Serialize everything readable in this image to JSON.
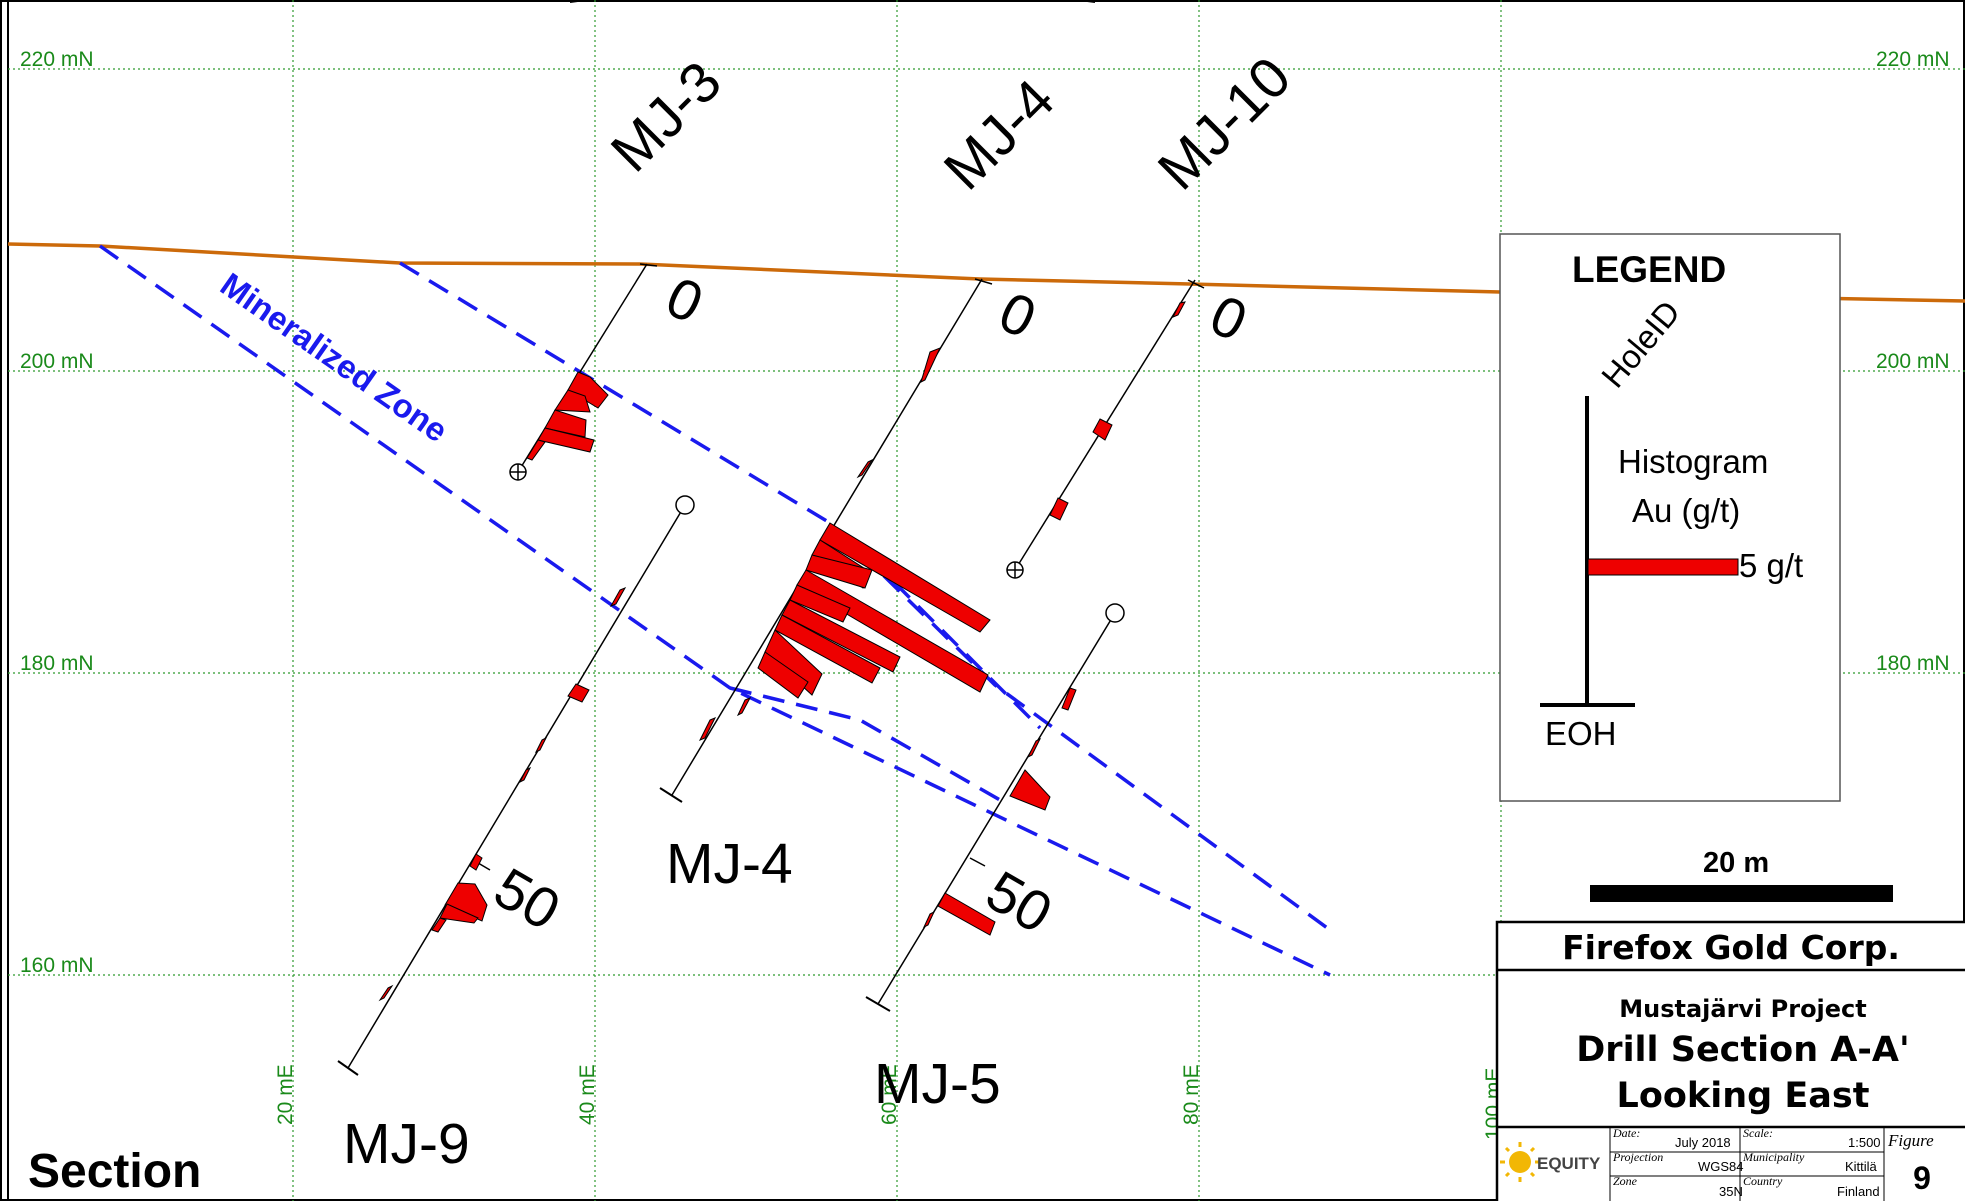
{
  "grid": {
    "northing_labels": [
      "220 mN",
      "200 mN",
      "180 mN",
      "160 mN"
    ],
    "easting_labels": [
      "20 mE",
      "40 mE",
      "60 mE",
      "80 mE",
      "100 mE"
    ]
  },
  "holes": [
    {
      "id": "MJ-3",
      "label": "MJ-3",
      "collar_depth_label": "0"
    },
    {
      "id": "MJ-4",
      "label": "MJ-4",
      "collar_depth_label": "0",
      "toe_label": "MJ-4"
    },
    {
      "id": "MJ-10",
      "label": "MJ-10",
      "collar_depth_label": "0"
    },
    {
      "id": "MJ-9",
      "label": "MJ-9",
      "depth_label": "50"
    },
    {
      "id": "MJ-5",
      "label": "MJ-5",
      "depth_label": "50"
    }
  ],
  "zone": {
    "label": "Mineralized Zone",
    "color": "#1a1aee"
  },
  "topography": {
    "color": "#cc6a0a"
  },
  "histogram": {
    "color": "#ee0000",
    "unit": "Au (g/t)"
  },
  "legend": {
    "title": "LEGEND",
    "hole_id": "HoleID",
    "histogram_line1": "Histogram",
    "histogram_line2": "Au (g/t)",
    "bar_value": "5 g/t",
    "end_label": "EOH"
  },
  "scale_bar": {
    "label": "20 m"
  },
  "title_block": {
    "company": "Firefox Gold Corp.",
    "project": "Mustajärvi Project",
    "title_line1": "Drill Section A-A'",
    "title_line2": "Looking East",
    "logo_text": "EQUITY",
    "date_label": "Date:",
    "date_value": "July 2018",
    "projection_label": "Projection",
    "projection_value": "WGS84",
    "zone_label": "Zone",
    "zone_value": "35N",
    "scale_label": "Scale:",
    "scale_value": "1:500",
    "municipality_label": "Municipality",
    "municipality_value": "Kittilä",
    "country_label": "Country",
    "country_value": "Finland",
    "figure_label": "Figure",
    "figure_value": "9"
  },
  "section_word": "Section"
}
